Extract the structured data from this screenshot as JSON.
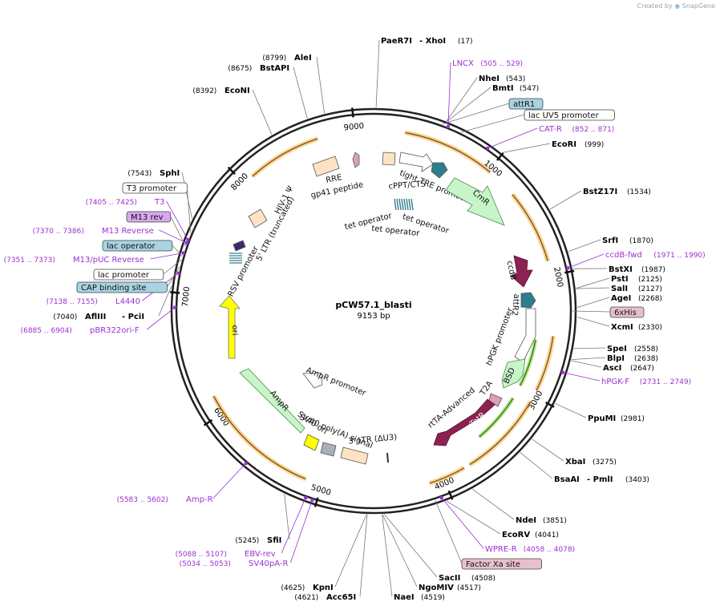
{
  "credit": {
    "prefix": "Created by",
    "logo": "SnapGene"
  },
  "plasmid": {
    "name": "pCW57.1_blasti",
    "size": "9153 bp"
  },
  "colors": {
    "primer": "#9b30d0",
    "site": "#000000",
    "feature_orange": "#f5a623",
    "cmr": "#c8f5c8",
    "ccdb": "#8b2252",
    "teal": "#2e7d8c",
    "box_orange": "#fde3c4",
    "ori": "#ffff00",
    "rtetr": "#8b2252"
  },
  "enzymes": [
    {
      "name": "PaeR7I",
      "extra": "- XhoI",
      "pos": "(17)"
    },
    {
      "name": "NheI",
      "pos": "(543)"
    },
    {
      "name": "BmtI",
      "pos": "(547)"
    },
    {
      "name": "EcoRI",
      "pos": "(999)"
    },
    {
      "name": "BstZ17I",
      "pos": "(1534)"
    },
    {
      "name": "SrfI",
      "pos": "(1870)"
    },
    {
      "name": "BstXI",
      "pos": "(1987)"
    },
    {
      "name": "PstI",
      "pos": "(2125)"
    },
    {
      "name": "SalI",
      "pos": "(2127)"
    },
    {
      "name": "AgeI",
      "pos": "(2268)"
    },
    {
      "name": "XcmI",
      "pos": "(2330)"
    },
    {
      "name": "SpeI",
      "pos": "(2558)"
    },
    {
      "name": "BlpI",
      "pos": "(2638)"
    },
    {
      "name": "AscI",
      "pos": "(2647)"
    },
    {
      "name": "PpuMI",
      "pos": "(2981)"
    },
    {
      "name": "XbaI",
      "pos": "(3275)"
    },
    {
      "name": "BsaAI",
      "extra": "- PmlI",
      "pos": "(3403)"
    },
    {
      "name": "NdeI",
      "pos": "(3851)"
    },
    {
      "name": "EcoRV",
      "pos": "(4041)"
    },
    {
      "name": "SacII",
      "pos": "(4508)"
    },
    {
      "name": "NgoMIV",
      "pos": "(4517)"
    },
    {
      "name": "NaeI",
      "pos": "(4519)"
    },
    {
      "name": "KpnI",
      "pos": "(4625)"
    },
    {
      "name": "Acc65I",
      "pos": "(4621)"
    },
    {
      "name": "SfiI",
      "pos": "(5245)"
    },
    {
      "name": "AflIII",
      "extra": "- PciI",
      "pos": "(7040)"
    },
    {
      "name": "SphI",
      "pos": "(7543)"
    },
    {
      "name": "EcoNI",
      "pos": "(8392)"
    },
    {
      "name": "BstAPI",
      "pos": "(8675)"
    },
    {
      "name": "AleI",
      "pos": "(8799)"
    }
  ],
  "primers": [
    {
      "name": "LNCX",
      "range": "(505 .. 529)"
    },
    {
      "name": "CAT-R",
      "range": "(852 .. 871)"
    },
    {
      "name": "ccdB-fwd",
      "range": "(1971 .. 1990)"
    },
    {
      "name": "hPGK-F",
      "range": "(2731 .. 2749)"
    },
    {
      "name": "WPRE-R",
      "range": "(4058 .. 4078)"
    },
    {
      "name": "EBV-rev",
      "range": "(5088 .. 5107)"
    },
    {
      "name": "SV40pA-R",
      "range": "(5034 .. 5053)"
    },
    {
      "name": "Amp-R",
      "range": "(5583 .. 5602)"
    },
    {
      "name": "pBR322ori-F",
      "range": "(6885 .. 6904)"
    },
    {
      "name": "L4440",
      "range": "(7138 .. 7155)"
    },
    {
      "name": "M13/pUC Reverse",
      "range": "(7351 .. 7373)"
    },
    {
      "name": "M13 Reverse",
      "range": "(7370 .. 7386)"
    },
    {
      "name": "T3",
      "range": "(7405 .. 7425)"
    }
  ],
  "boxed_features": [
    {
      "name": "attR1",
      "style": "blue"
    },
    {
      "name": "lac UV5 promoter",
      "style": "white"
    },
    {
      "name": "6xHis",
      "style": "pink"
    },
    {
      "name": "Factor Xa site",
      "style": "pink"
    },
    {
      "name": "T3 promoter",
      "style": "white"
    },
    {
      "name": "M13 rev",
      "style": "purple"
    },
    {
      "name": "lac operator",
      "style": "blue"
    },
    {
      "name": "lac promoter",
      "style": "white"
    },
    {
      "name": "CAP binding site",
      "style": "blue"
    }
  ],
  "inner_features": [
    "RRE",
    "gp41 peptide",
    "cPPT/CTS",
    "tight TRE promoter",
    "CmR",
    "ccdB",
    "attR2",
    "hPGK promoter",
    "BSD",
    "T2A",
    "rtTA-Advanced",
    "rTetR",
    "tet operator",
    "tet operator",
    "tet operator",
    "HIV-1 Ψ",
    "5' LTR (truncated)",
    "RSV promoter",
    "ori",
    "AmpR",
    "AmpR promoter",
    "SV40 poly(A) signal",
    "SV40 ori",
    "3' LTR (ΔU3)"
  ],
  "ticks": [
    "1000",
    "2000",
    "3000",
    "4000",
    "5000",
    "6000",
    "7000",
    "8000",
    "9000"
  ]
}
